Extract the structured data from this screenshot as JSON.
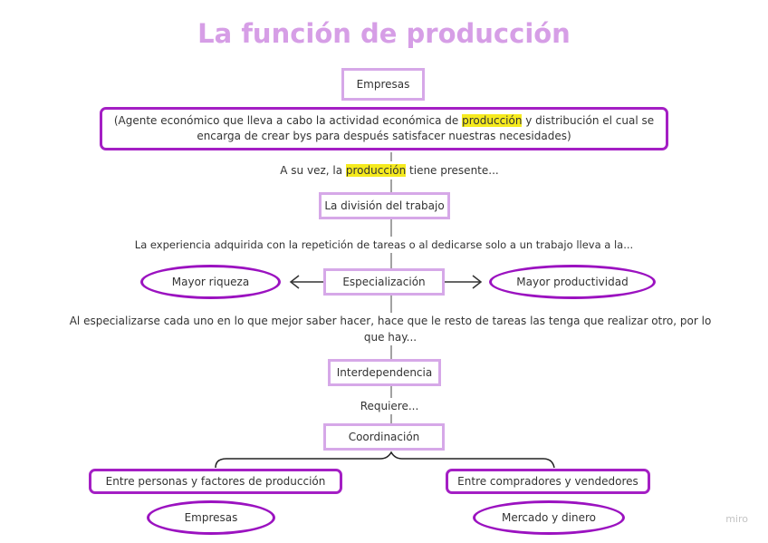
{
  "title": "La función de producción",
  "nodes": {
    "empresas_top": "Empresas",
    "definition_before": "(Agente económico que lleva a cabo la actividad económica de ",
    "definition_highlight": "producción",
    "definition_after": " y distribución el cual se encarga de crear bys para después satisfacer nuestras necesidades)",
    "note1_before": "A su vez, la ",
    "note1_highlight": "producción",
    "note1_after": " tiene presente...",
    "division": "La división del trabajo",
    "note2": "La experiencia adquirida con la repetición de tareas o al dedicarse solo a un trabajo lleva a la...",
    "especializacion": "Especialización",
    "mayor_riqueza": "Mayor riqueza",
    "mayor_productividad": "Mayor productividad",
    "note3": "Al especializarse cada uno en lo que mejor saber hacer, hace que le resto de tareas las tenga que realizar otro, por lo que hay...",
    "interdependencia": "Interdependencia",
    "note4": "Requiere...",
    "coordinacion": "Coordinación",
    "branch_left": "Entre personas y factores de producción",
    "branch_right": "Entre compradores y vendedores",
    "leaf_left": "Empresas",
    "leaf_right": "Mercado y dinero"
  },
  "watermark": "miro",
  "colors": {
    "title": "#d69ee6",
    "light_border": "#d6a8e8",
    "strong_border": "#a41fc4",
    "ellipse_border": "#9b12c0",
    "highlight": "#f5ea1e"
  }
}
